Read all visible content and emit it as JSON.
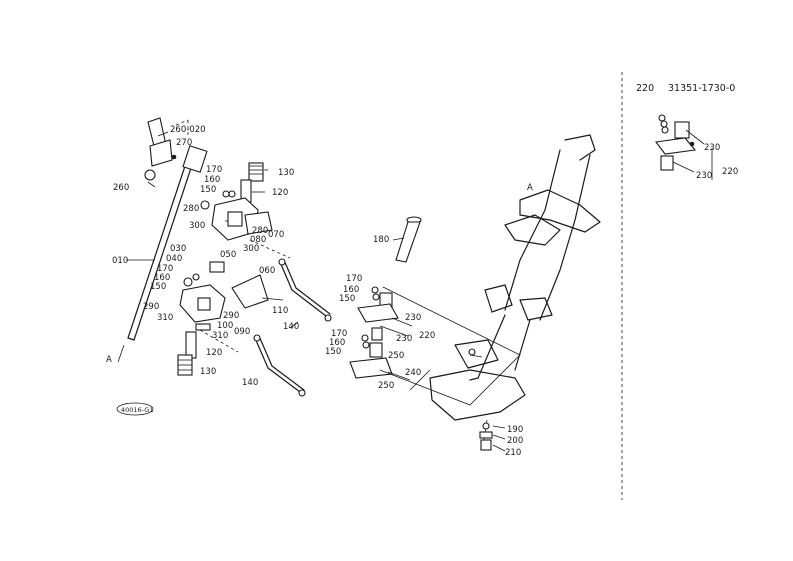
{
  "header": {
    "ref": "220",
    "part_number": "31351-1730-0"
  },
  "stamp": "40016-G1",
  "callouts": {
    "c260_020": "260-020",
    "c270": "270",
    "c260": "260",
    "c010": "010",
    "c_a1": "A",
    "c170_top": "170",
    "c160_top": "160",
    "c150_top": "150",
    "c280_top": "280",
    "c300_top": "300",
    "c130_top": "130",
    "c120_top": "120",
    "c280_070": "280",
    "c070": "070",
    "c080_top": "080",
    "c300_mid": "300",
    "c030": "030",
    "c040": "040",
    "c050": "050",
    "c060": "060",
    "c170_left": "170",
    "c160_left": "160",
    "c150_left": "150",
    "c290_left": "290",
    "c310_left": "310",
    "c290_mid": "290",
    "c100": "100",
    "c090": "090",
    "c310_mid": "310",
    "c120_bot": "120",
    "c130_bot": "130",
    "c110": "110",
    "c140_upper": "140",
    "c140_lower": "140",
    "c180": "180",
    "c170_c": "170",
    "c160_c": "160",
    "c150_c": "150",
    "c230_c1": "230",
    "c220_c": "220",
    "c170_c2": "170",
    "c160_c2": "160",
    "c150_c2": "150",
    "c230_c2": "230",
    "c250_c1": "250",
    "c240": "240",
    "c250_c2": "250",
    "c190": "190",
    "c200": "200",
    "c210": "210",
    "c_a2": "A",
    "c230_r1": "230",
    "c230_r2": "230",
    "c220_r": "220"
  }
}
